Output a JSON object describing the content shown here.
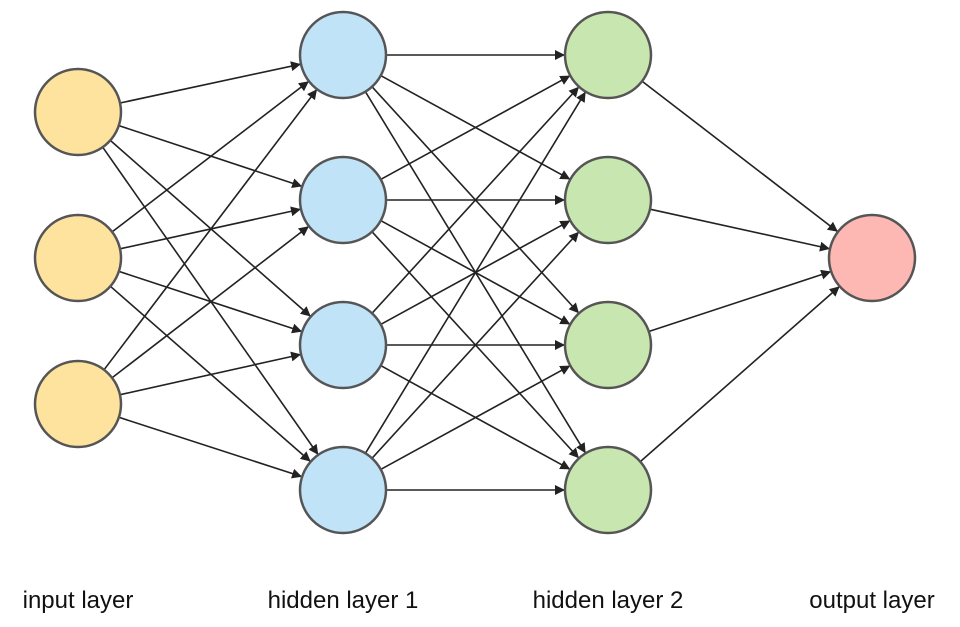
{
  "diagram": {
    "layers": [
      {
        "key": "input",
        "label": "input layer",
        "node_count": 3,
        "color": "#FEE39F"
      },
      {
        "key": "hidden1",
        "label": "hidden layer 1",
        "node_count": 4,
        "color": "#C1E3F8"
      },
      {
        "key": "hidden2",
        "label": "hidden layer 2",
        "node_count": 4,
        "color": "#C8E6B0"
      },
      {
        "key": "output",
        "label": "output layer",
        "node_count": 1,
        "color": "#FDB8B3"
      }
    ],
    "connectivity": "fully-connected",
    "edge_color": "#222222",
    "node_stroke": "#555555"
  }
}
